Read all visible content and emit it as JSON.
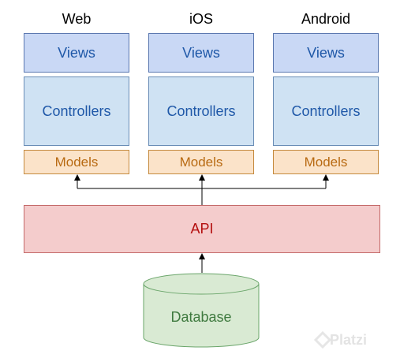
{
  "columns": [
    {
      "title": "Web",
      "views": "Views",
      "controllers": "Controllers",
      "models": "Models"
    },
    {
      "title": "iOS",
      "views": "Views",
      "controllers": "Controllers",
      "models": "Models"
    },
    {
      "title": "Android",
      "views": "Views",
      "controllers": "Controllers",
      "models": "Models"
    }
  ],
  "api": {
    "label": "API"
  },
  "database": {
    "label": "Database"
  },
  "watermark": {
    "text": "Platzi"
  },
  "colors": {
    "views_fill": "#c9d8f5",
    "controllers_fill": "#cfe2f3",
    "models_fill": "#fbe3c9",
    "api_fill": "#f4cccc",
    "database_fill": "#d9ead3"
  }
}
